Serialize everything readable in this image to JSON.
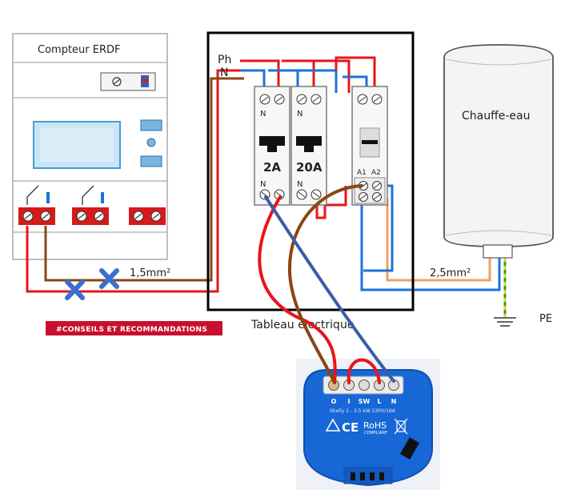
{
  "meter": {
    "title": "Compteur ERDF"
  },
  "panel": {
    "title": "Tableau électrique",
    "phase_label": "Ph",
    "neutral_label": "N",
    "breaker1": {
      "rating": "2A",
      "top_terminal": "N",
      "bottom_terminal": "N"
    },
    "breaker2": {
      "rating": "20A",
      "top_terminal": "N",
      "bottom_terminal": "N"
    },
    "contactor": {
      "a1": "A1",
      "a2": "A2"
    }
  },
  "heater": {
    "title": "Chauffe-eau"
  },
  "cables": {
    "section_small": "1,5mm²",
    "section_large": "2,5mm²",
    "earth": "PE"
  },
  "banner": {
    "text": "#CONSEILS ET RECOMMANDATIONS"
  },
  "shelly": {
    "terminals": [
      "O",
      "I",
      "SW",
      "L",
      "N"
    ],
    "spec": "Shelly 1 - 3.5 kW 230V/16A",
    "rohs": "RoHS",
    "compliant": "COMPLIANT",
    "ce": "CE"
  },
  "colors": {
    "phase": "#e8141b",
    "neutral": "#1a73d9",
    "brown": "#8b4513",
    "blue_dark": "#3a5da8",
    "earth_green": "#2e9e3a",
    "earth_yellow": "#e8d21a",
    "orange": "#f0a060",
    "banner": "#c8102e",
    "shelly": "#1767d6",
    "terminal_red": "#d41a1a"
  }
}
